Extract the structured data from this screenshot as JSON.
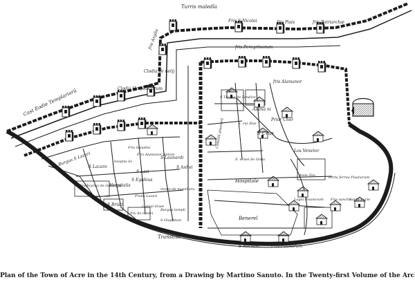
{
  "caption": "Plan of the Town of Acre in the 14th Century, from a Drawing by Martino Sanuto. In the Twenty-first Volume of the Archæologia.",
  "colors": {
    "ink": "#1c1c1c",
    "paper": "#ffffff",
    "hatch": "#555555"
  },
  "labels": {
    "turris_maledicta": "Turris maledĩa",
    "fris_s_nicolai": "Fris S Nicolai",
    "fris_pisis": "fris Pisis",
    "fris_patriarchae": "fris Patriarchæ",
    "fris_anglis": "fris Anglis",
    "fris_peregrinorum": "fris Peregrinorum",
    "clodia_veneti": "Clodia Ve netij",
    "clodia_hospitaliorum": "Clodia Hospitaliorum",
    "fris_alamanor": "fris Alamanor",
    "porta_templariorum": "Cast Eodie Templariorũ",
    "s_thomae": "S Thome de Zendice",
    "alamanni": "Alama ni",
    "prior_chor": "Prior Chor",
    "castellum_pisanorum": "Castellũ pisanorũ",
    "s_crux": "S Crux",
    "s_cuidius": "s. cui dius",
    "s_venetorum": "S. venet de Ginia",
    "los_venetor": "Los Venetor",
    "burgus_s_lazari": "Burgus S Lazari",
    "fris_saladini": "Fris Saladini",
    "s_leonardi": "S Leonardi",
    "s_lazaro": "S Lazaro",
    "saint_anhei": "S Anhei",
    "fris_s_annae": "Fris Alamanor Antoni",
    "hospitalis_s_lazari": "hospita lis",
    "s_lazi": "S Lazi",
    "s_egideus": "S Egideus",
    "hospitalis": "Hospitalis",
    "fratri_lazari": "Fratri Lazari",
    "strata_de_mazellare": "strata de mazellaru",
    "c_cate_draet": "c ateal draet",
    "burgus_templi": "Burgus templi",
    "s_gluphtum": "S Gluphtum",
    "s_eradicaruz": "S Eradicaruz de Gendrfoy",
    "s_bristi": "S Bristi",
    "fris_dominici": "fris do minici",
    "hospitale": "Hospitale",
    "benerel": "Benerel",
    "anne_zea": "Anne Zea",
    "porta_ferrea_pisanorum": "Porta ferrea Pisanorum",
    "sancta_lucie": "Santa Lucie",
    "fris_sanchu": "Fris sanchu",
    "logia_pisanorum": "Logia Pisanorum",
    "s_michael": "S Michael",
    "fris_pilanorum": "Fris Pilanorum",
    "transitus": "Transitus"
  }
}
